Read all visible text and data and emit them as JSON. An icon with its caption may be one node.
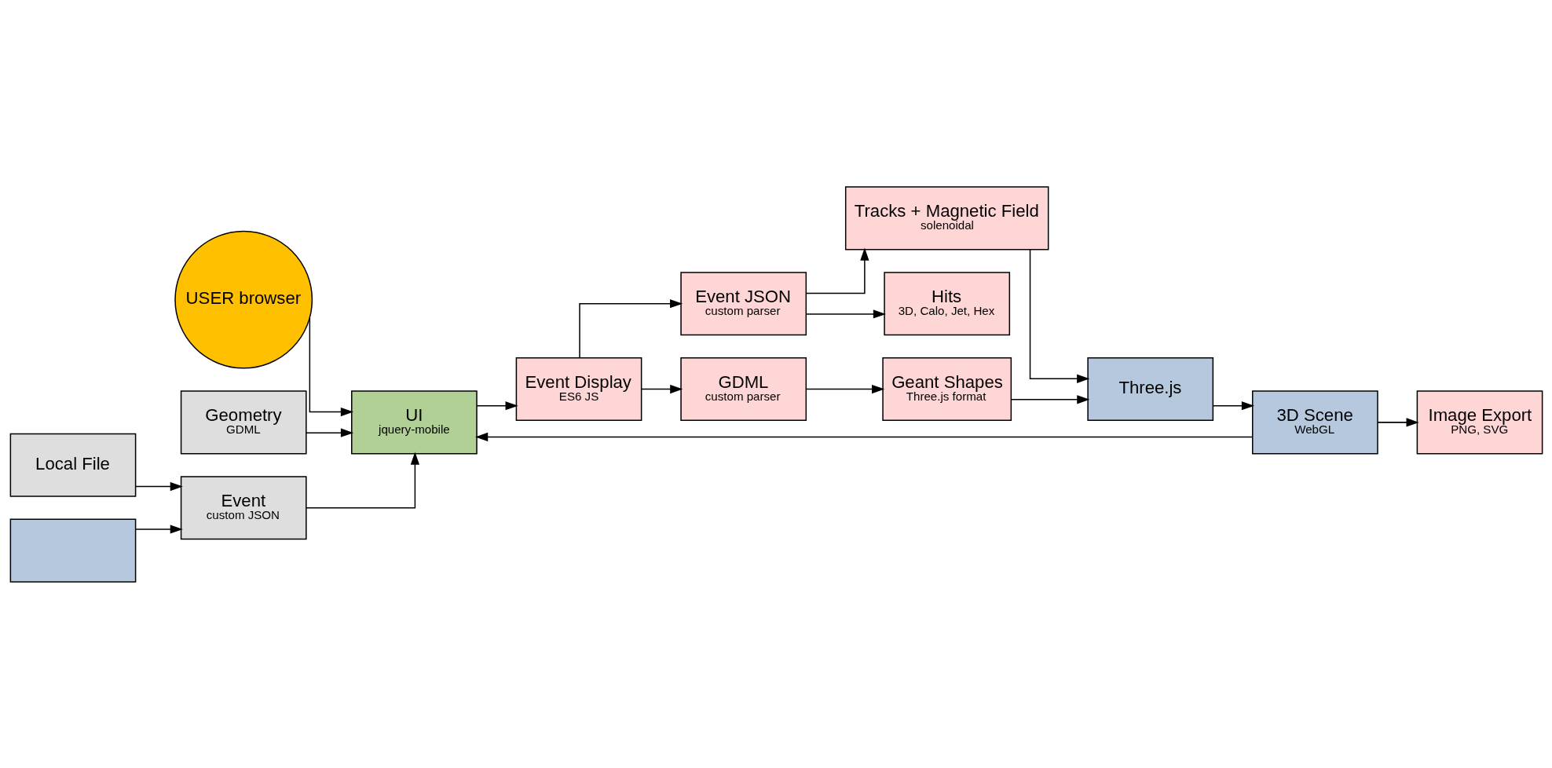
{
  "diagram": {
    "nodes": [
      {
        "text": [
          "USER browser"
        ]
      },
      {
        "text": [
          "UI",
          "jquery-mobile"
        ]
      },
      {
        "text": [
          "Event Display",
          "ES6 JS"
        ]
      },
      {
        "text": [
          "Event JSON",
          "custom parser"
        ]
      },
      {
        "text": [
          "GDML",
          "custom parser"
        ]
      },
      {
        "text": [
          "Tracks + Magnetic Field",
          "solenoidal"
        ]
      },
      {
        "text": [
          "Hits",
          "3D, Calo, Jet, Hex"
        ]
      },
      {
        "text": [
          "Geant Shapes",
          "Three.js format"
        ]
      },
      {
        "text": [
          "Three.js"
        ]
      },
      {
        "text": [
          "3D Scene",
          "WebGL"
        ]
      },
      {
        "text": [
          "Image Export",
          "PNG, SVG"
        ]
      },
      {
        "text": [
          "Geometry",
          "GDML"
        ]
      },
      {
        "text": [
          "Event",
          "custom JSON"
        ]
      },
      {
        "text": [
          "Local File"
        ]
      },
      {
        "text": [],
        "shape": "box"
      }
    ],
    "edges": [
      {
        "from": 0,
        "to": 1,
        "arrow": "to"
      },
      {
        "from": 1,
        "to": 2,
        "arrow": "to"
      },
      {
        "from": 2,
        "to": 3,
        "arrow": "to"
      },
      {
        "from": 2,
        "to": 4,
        "arrow": "to"
      },
      {
        "from": 3,
        "to": 5,
        "arrow": "to"
      },
      {
        "from": 3,
        "to": 6,
        "arrow": "to"
      },
      {
        "from": 4,
        "to": 7,
        "arrow": "to"
      },
      {
        "from": 5,
        "to": 8,
        "arrow": "to"
      },
      {
        "from": 7,
        "to": 8,
        "arrow": "to"
      },
      {
        "from": 8,
        "to": 9,
        "arrow": "to"
      },
      {
        "from": 9,
        "to": 1,
        "arrow": "to"
      },
      {
        "from": 9,
        "to": 10,
        "arrow": "to"
      },
      {
        "from": 11,
        "to": 1,
        "arrow": "to"
      },
      {
        "from": 12,
        "to": 1,
        "arrow": "to"
      },
      {
        "from": 13,
        "to": 12,
        "arrow": "to"
      },
      {
        "from": 14,
        "to": 12,
        "arrow": "to"
      }
    ]
  }
}
